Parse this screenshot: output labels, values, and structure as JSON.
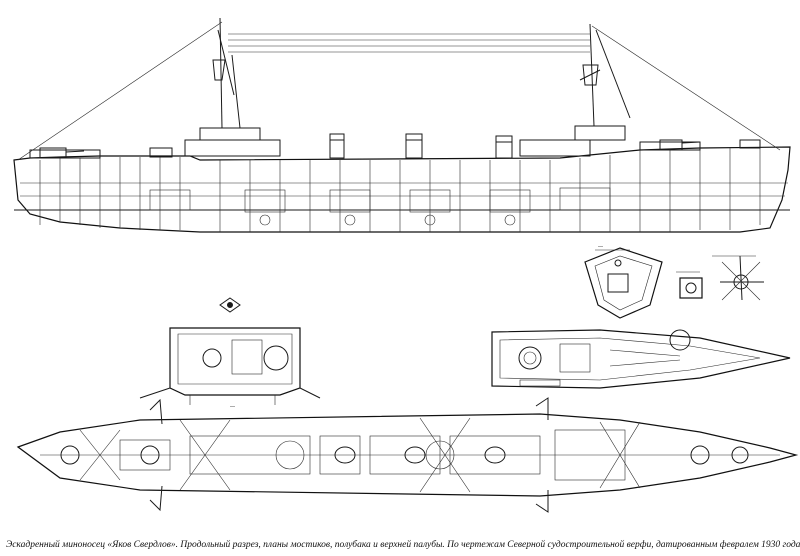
{
  "caption": "Эскадренный миноносец «Яков Свердлов». Продольный разрез, планы мостиков, полубака и верхней палубы. По чертежам Северной судостроительной верфи, датированным февралем 1930 года",
  "colors": {
    "ink": "#1a1a1a",
    "paper": "#ffffff"
  },
  "views": [
    {
      "id": "profile",
      "label": "Продольный разрез"
    },
    {
      "id": "bridge",
      "label": "Планы мостиков"
    },
    {
      "id": "forecastle",
      "label": "Полубак"
    },
    {
      "id": "upper-deck",
      "label": "Верхняя палуба"
    }
  ]
}
